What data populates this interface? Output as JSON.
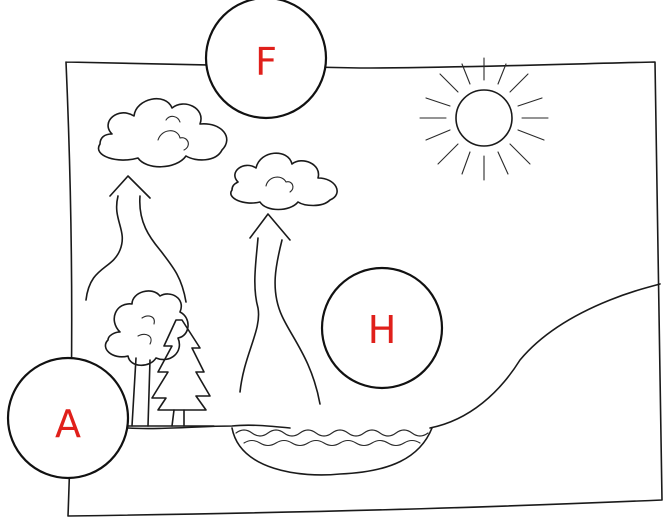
{
  "labels": {
    "top": "F",
    "middle": "H",
    "bottom_left": "A"
  },
  "colors": {
    "label_text": "#e0201b",
    "outline": "#111111",
    "background": "#ffffff"
  },
  "icons": [
    "sun-icon",
    "cloud-icon",
    "tree-icon",
    "evaporation-arrow-icon",
    "lake-icon",
    "hill-icon"
  ]
}
